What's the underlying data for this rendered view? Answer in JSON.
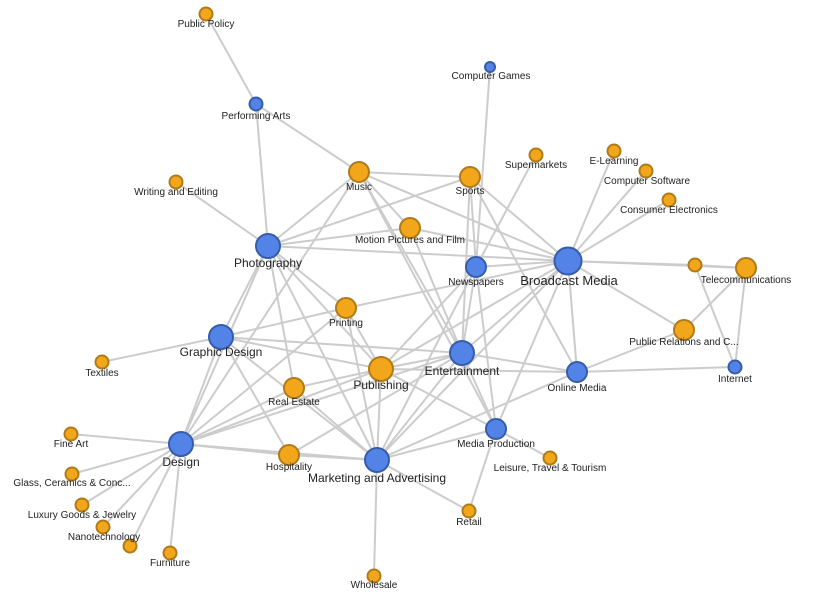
{
  "colors": {
    "category": "#5483e8",
    "topic": "#f2a71b",
    "link": "#cccccc"
  },
  "nodes": [
    {
      "id": "public-policy",
      "label": "Public Policy",
      "group": "topic",
      "size": "small"
    },
    {
      "id": "computer-games",
      "label": "Computer Games",
      "group": "category",
      "size": "tiny"
    },
    {
      "id": "performing-arts",
      "label": "Performing Arts",
      "group": "category",
      "size": "small"
    },
    {
      "id": "supermarkets",
      "label": "Supermarkets",
      "group": "topic",
      "size": "small"
    },
    {
      "id": "e-learning",
      "label": "E-Learning",
      "group": "topic",
      "size": "small"
    },
    {
      "id": "music",
      "label": "Music",
      "group": "topic",
      "size": "medium"
    },
    {
      "id": "sports",
      "label": "Sports",
      "group": "topic",
      "size": "medium"
    },
    {
      "id": "computer-software",
      "label": "Computer Software",
      "group": "topic",
      "size": "small"
    },
    {
      "id": "writing-and-editing",
      "label": "Writing and Editing",
      "group": "topic",
      "size": "small"
    },
    {
      "id": "consumer-electronics",
      "label": "Consumer Electronics",
      "group": "topic",
      "size": "small"
    },
    {
      "id": "motion-pictures-and-film",
      "label": "Motion Pictures and Film",
      "group": "topic",
      "size": "medium"
    },
    {
      "id": "photography",
      "label": "Photography",
      "group": "category",
      "size": "large"
    },
    {
      "id": "broadcast-media",
      "label": "Broadcast Media",
      "group": "category",
      "size": "xlarge"
    },
    {
      "id": "newspapers",
      "label": "Newspapers",
      "group": "category",
      "size": "medium"
    },
    {
      "id": "telecom-node",
      "label": "",
      "group": "topic",
      "size": "small"
    },
    {
      "id": "telecommunications",
      "label": "Telecommunications",
      "group": "topic",
      "size": "medium"
    },
    {
      "id": "printing",
      "label": "Printing",
      "group": "topic",
      "size": "medium"
    },
    {
      "id": "graphic-design",
      "label": "Graphic Design",
      "group": "category",
      "size": "large"
    },
    {
      "id": "public-relations",
      "label": "Public Relations and C...",
      "group": "topic",
      "size": "medium"
    },
    {
      "id": "entertainment",
      "label": "Entertainment",
      "group": "category",
      "size": "large"
    },
    {
      "id": "textiles",
      "label": "Textiles",
      "group": "topic",
      "size": "small"
    },
    {
      "id": "publishing",
      "label": "Publishing",
      "group": "topic",
      "size": "large"
    },
    {
      "id": "online-media",
      "label": "Online Media",
      "group": "category",
      "size": "medium"
    },
    {
      "id": "internet",
      "label": "Internet",
      "group": "category",
      "size": "small"
    },
    {
      "id": "real-estate",
      "label": "Real Estate",
      "group": "topic",
      "size": "medium"
    },
    {
      "id": "fine-art",
      "label": "Fine Art",
      "group": "topic",
      "size": "small"
    },
    {
      "id": "media-production",
      "label": "Media Production",
      "group": "category",
      "size": "medium"
    },
    {
      "id": "design",
      "label": "Design",
      "group": "category",
      "size": "large"
    },
    {
      "id": "hospitality",
      "label": "Hospitality",
      "group": "topic",
      "size": "medium"
    },
    {
      "id": "marketing-and-advertising",
      "label": "Marketing and Advertising",
      "group": "category",
      "size": "large"
    },
    {
      "id": "leisure-travel-tourism",
      "label": "Leisure, Travel & Tourism",
      "group": "topic",
      "size": "small"
    },
    {
      "id": "glass-ceramics",
      "label": "Glass, Ceramics & Conc...",
      "group": "topic",
      "size": "small"
    },
    {
      "id": "luxury-goods",
      "label": "Luxury Goods & Jewelry",
      "group": "topic",
      "size": "small"
    },
    {
      "id": "retail",
      "label": "Retail",
      "group": "topic",
      "size": "small"
    },
    {
      "id": "nanotechnology-dot",
      "label": "",
      "group": "topic",
      "size": "small"
    },
    {
      "id": "nanotechnology",
      "label": "Nanotechnology",
      "group": "topic",
      "size": "small"
    },
    {
      "id": "furniture",
      "label": "Furniture",
      "group": "topic",
      "size": "small"
    },
    {
      "id": "wholesale",
      "label": "Wholesale",
      "group": "topic",
      "size": "small"
    }
  ],
  "links": [
    [
      "public-policy",
      "performing-arts"
    ],
    [
      "performing-arts",
      "music"
    ],
    [
      "performing-arts",
      "photography"
    ],
    [
      "computer-games",
      "newspapers"
    ],
    [
      "writing-and-editing",
      "photography"
    ],
    [
      "music",
      "sports"
    ],
    [
      "music",
      "photography"
    ],
    [
      "music",
      "motion-pictures-and-film"
    ],
    [
      "music",
      "broadcast-media"
    ],
    [
      "music",
      "entertainment"
    ],
    [
      "music",
      "design"
    ],
    [
      "music",
      "media-production"
    ],
    [
      "sports",
      "photography"
    ],
    [
      "sports",
      "newspapers"
    ],
    [
      "sports",
      "broadcast-media"
    ],
    [
      "sports",
      "online-media"
    ],
    [
      "sports",
      "entertainment"
    ],
    [
      "supermarkets",
      "newspapers"
    ],
    [
      "e-learning",
      "broadcast-media"
    ],
    [
      "computer-software",
      "broadcast-media"
    ],
    [
      "consumer-electronics",
      "broadcast-media"
    ],
    [
      "motion-pictures-and-film",
      "photography"
    ],
    [
      "motion-pictures-and-film",
      "broadcast-media"
    ],
    [
      "motion-pictures-and-film",
      "entertainment"
    ],
    [
      "photography",
      "broadcast-media"
    ],
    [
      "photography",
      "printing"
    ],
    [
      "photography",
      "graphic-design"
    ],
    [
      "photography",
      "design"
    ],
    [
      "photography",
      "real-estate"
    ],
    [
      "photography",
      "marketing-and-advertising"
    ],
    [
      "photography",
      "publishing"
    ],
    [
      "broadcast-media",
      "newspapers"
    ],
    [
      "broadcast-media",
      "telecom-node"
    ],
    [
      "broadcast-media",
      "telecommunications"
    ],
    [
      "broadcast-media",
      "entertainment"
    ],
    [
      "broadcast-media",
      "online-media"
    ],
    [
      "broadcast-media",
      "publishing"
    ],
    [
      "broadcast-media",
      "printing"
    ],
    [
      "broadcast-media",
      "media-production"
    ],
    [
      "broadcast-media",
      "marketing-and-advertising"
    ],
    [
      "broadcast-media",
      "public-relations"
    ],
    [
      "telecom-node",
      "telecommunications"
    ],
    [
      "telecom-node",
      "internet"
    ],
    [
      "telecommunications",
      "public-relations"
    ],
    [
      "telecommunications",
      "internet"
    ],
    [
      "newspapers",
      "publishing"
    ],
    [
      "newspapers",
      "entertainment"
    ],
    [
      "newspapers",
      "media-production"
    ],
    [
      "newspapers",
      "marketing-and-advertising"
    ],
    [
      "printing",
      "graphic-design"
    ],
    [
      "printing",
      "publishing"
    ],
    [
      "printing",
      "design"
    ],
    [
      "printing",
      "marketing-and-advertising"
    ],
    [
      "graphic-design",
      "textiles"
    ],
    [
      "graphic-design",
      "design"
    ],
    [
      "graphic-design",
      "entertainment"
    ],
    [
      "graphic-design",
      "marketing-and-advertising"
    ],
    [
      "graphic-design",
      "publishing"
    ],
    [
      "graphic-design",
      "hospitality"
    ],
    [
      "public-relations",
      "online-media"
    ],
    [
      "entertainment",
      "publishing"
    ],
    [
      "entertainment",
      "online-media"
    ],
    [
      "entertainment",
      "marketing-and-advertising"
    ],
    [
      "entertainment",
      "media-production"
    ],
    [
      "entertainment",
      "hospitality"
    ],
    [
      "entertainment",
      "design"
    ],
    [
      "publishing",
      "real-estate"
    ],
    [
      "publishing",
      "marketing-and-advertising"
    ],
    [
      "publishing",
      "design"
    ],
    [
      "publishing",
      "online-media"
    ],
    [
      "publishing",
      "media-production"
    ],
    [
      "online-media",
      "internet"
    ],
    [
      "online-media",
      "marketing-and-advertising"
    ],
    [
      "real-estate",
      "marketing-and-advertising"
    ],
    [
      "real-estate",
      "design"
    ],
    [
      "media-production",
      "marketing-and-advertising"
    ],
    [
      "media-production",
      "leisure-travel-tourism"
    ],
    [
      "media-production",
      "retail"
    ],
    [
      "design",
      "fine-art"
    ],
    [
      "design",
      "glass-ceramics"
    ],
    [
      "design",
      "luxury-goods"
    ],
    [
      "design",
      "nanotechnology-dot"
    ],
    [
      "design",
      "nanotechnology"
    ],
    [
      "design",
      "furniture"
    ],
    [
      "design",
      "hospitality"
    ],
    [
      "design",
      "marketing-and-advertising"
    ],
    [
      "hospitality",
      "marketing-and-advertising"
    ],
    [
      "marketing-and-advertising",
      "wholesale"
    ],
    [
      "marketing-and-advertising",
      "retail"
    ]
  ]
}
